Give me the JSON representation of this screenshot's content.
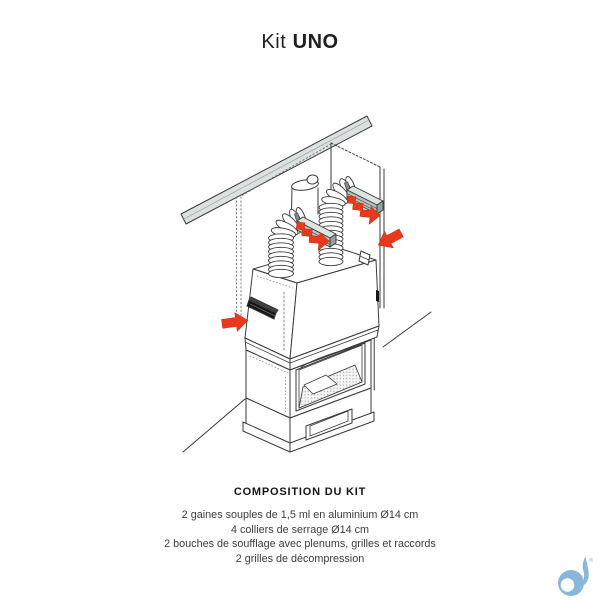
{
  "title": {
    "prefix": "Kit",
    "name": "UNO"
  },
  "composition": {
    "heading": "COMPOSITION DU KIT",
    "items": [
      "2 gaines souples de 1,5 ml en aluminium Ø14 cm",
      "4 colliers de serrage Ø14 cm",
      "2 bouches de soufflage avec plenums, grilles et raccords",
      "2 grilles de décompression"
    ]
  },
  "diagram": {
    "components": [
      "ceiling-beam",
      "chimney-wall",
      "hidden-edges",
      "flue-pipe",
      "flexible-duct-left",
      "flexible-duct-right",
      "supply-vent-left",
      "supply-vent-right",
      "hood-intake-grille",
      "fireplace-hood",
      "firebox",
      "plinth",
      "airflow-arrow-left-vent",
      "airflow-arrow-right-vent",
      "airflow-arrow-intake",
      "airflow-arrow-wall",
      "floor-lines",
      "brand-logo"
    ],
    "colors": {
      "arrow_red": "#e8391c",
      "beam_gray": "#dce0e0",
      "vent_gray": "#b7c3bf",
      "line": "#3a3a3a",
      "logo_blue": "#8ab6d9"
    }
  },
  "logo": {
    "mark": "®"
  }
}
